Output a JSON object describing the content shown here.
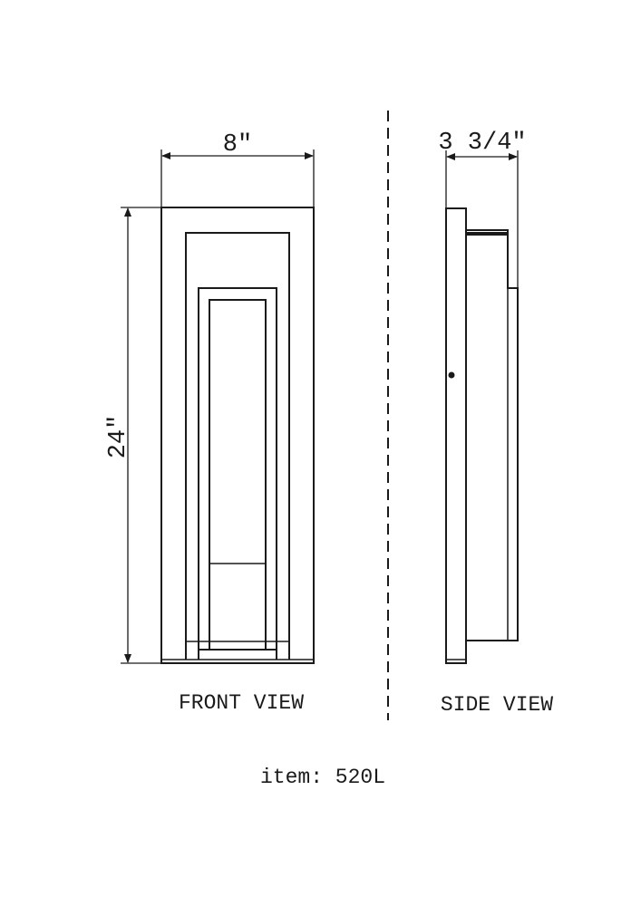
{
  "front_view": {
    "width_dim": "8″",
    "height_dim": "24″",
    "caption": "FRONT VIEW"
  },
  "side_view": {
    "depth_dim": "3 3/4″",
    "caption": "SIDE VIEW"
  },
  "item_label": "item: 520L",
  "colors": {
    "line": "#1a1a1a",
    "background": "#ffffff"
  }
}
